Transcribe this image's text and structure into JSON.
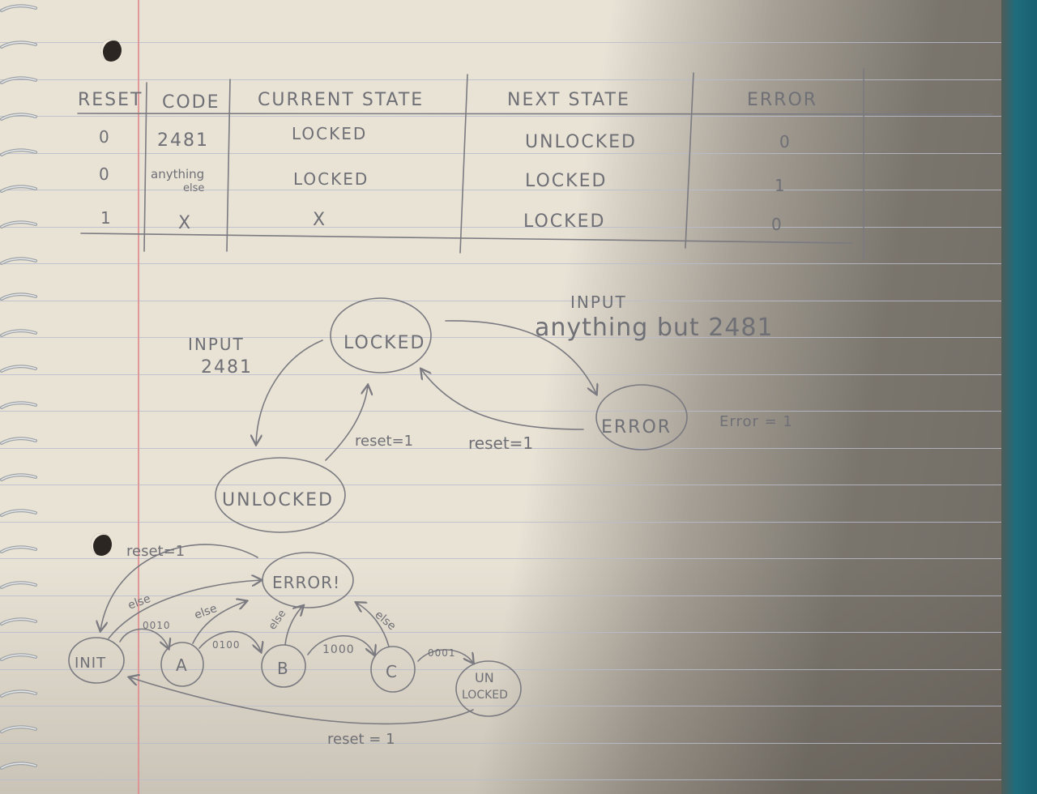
{
  "table": {
    "headers": [
      "RESET",
      "CODE",
      "CURRENT STATE",
      "NEXT STATE",
      "ERROR"
    ],
    "rows": [
      {
        "reset": "0",
        "code": "2481",
        "code_line2": "",
        "current": "LOCKED",
        "next": "UNLOCKED",
        "error": "0"
      },
      {
        "reset": "0",
        "code": "anything",
        "code_line2": "else",
        "current": "LOCKED",
        "next": "LOCKED",
        "error": "1"
      },
      {
        "reset": "1",
        "code": "X",
        "code_line2": "",
        "current": "X",
        "next": "LOCKED",
        "error": "0"
      }
    ]
  },
  "diagram1": {
    "states": {
      "locked": "LOCKED",
      "unlocked": "UNLOCKED",
      "error": "ERROR"
    },
    "labels": {
      "input_2481_line1": "INPUT",
      "input_2481_line2": "2481",
      "input_other_line1": "INPUT",
      "input_other_line2": "anything but 2481",
      "reset_from_unlocked": "reset=1",
      "reset_from_error": "reset=1",
      "error_output": "Error = 1"
    }
  },
  "diagram2": {
    "states": {
      "init": "INIT",
      "a": "A",
      "b": "B",
      "c": "C",
      "unlocked_line1": "UN",
      "unlocked_line2": "LOCKED",
      "error": "ERROR!"
    },
    "labels": {
      "reset_top": "reset=1",
      "reset_bottom": "reset = 1",
      "init_to_a": "0010",
      "a_to_b": "0100",
      "b_to_c": "1000",
      "c_to_unlocked": "0001",
      "init_else": "else",
      "a_else": "else",
      "b_else": "else",
      "c_else": "else"
    }
  },
  "colors": {
    "paper": "#e9e3d6",
    "rule": "#b9bccb",
    "margin": "#df8f92",
    "pencil": "#7a7a80"
  }
}
